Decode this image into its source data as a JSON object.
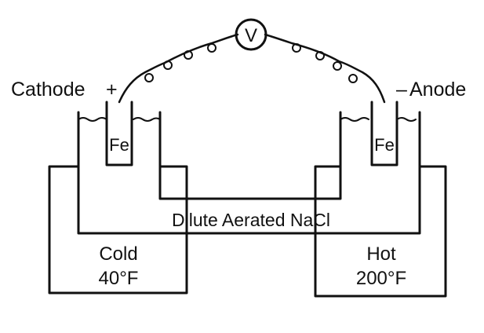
{
  "voltmeter": {
    "symbol": "V"
  },
  "cathode": {
    "label": "Cathode",
    "polarity": "+"
  },
  "anode": {
    "label": "Anode",
    "polarity": "–"
  },
  "left_electrode": {
    "label": "Fe"
  },
  "right_electrode": {
    "label": "Fe"
  },
  "electrolyte": {
    "label": "Dilute Aerated NaCl"
  },
  "cold_bath": {
    "label": "Cold",
    "temperature": "40°F"
  },
  "hot_bath": {
    "label": "Hot",
    "temperature": "200°F"
  },
  "colors": {
    "line": "#111111",
    "background": "#ffffff"
  }
}
